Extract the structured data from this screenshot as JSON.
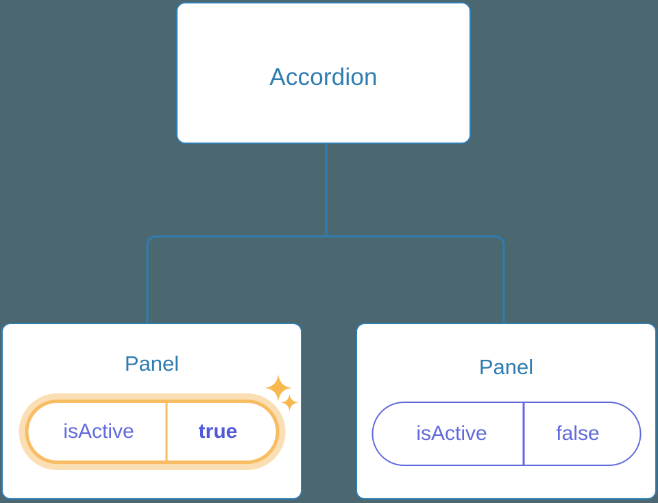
{
  "diagram": {
    "type": "component-tree",
    "background_color": "#4b6770",
    "node_border_color": "#2f7cb0",
    "node_title_color": "#2f7cb0",
    "prop_text_color": "#6169db",
    "highlight_color": "#f8bc62",
    "highlight_glow_color": "#fbdfb4",
    "connector_color": "#2f7cb0"
  },
  "root": {
    "title": "Accordion"
  },
  "panels": [
    {
      "title": "Panel",
      "prop": {
        "key": "isActive",
        "value": "true",
        "highlighted": true,
        "bold_value": true
      },
      "sparkles": [
        {
          "name": "sparkle-large"
        },
        {
          "name": "sparkle-small"
        }
      ]
    },
    {
      "title": "Panel",
      "prop": {
        "key": "isActive",
        "value": "false",
        "highlighted": false,
        "bold_value": false
      }
    }
  ]
}
